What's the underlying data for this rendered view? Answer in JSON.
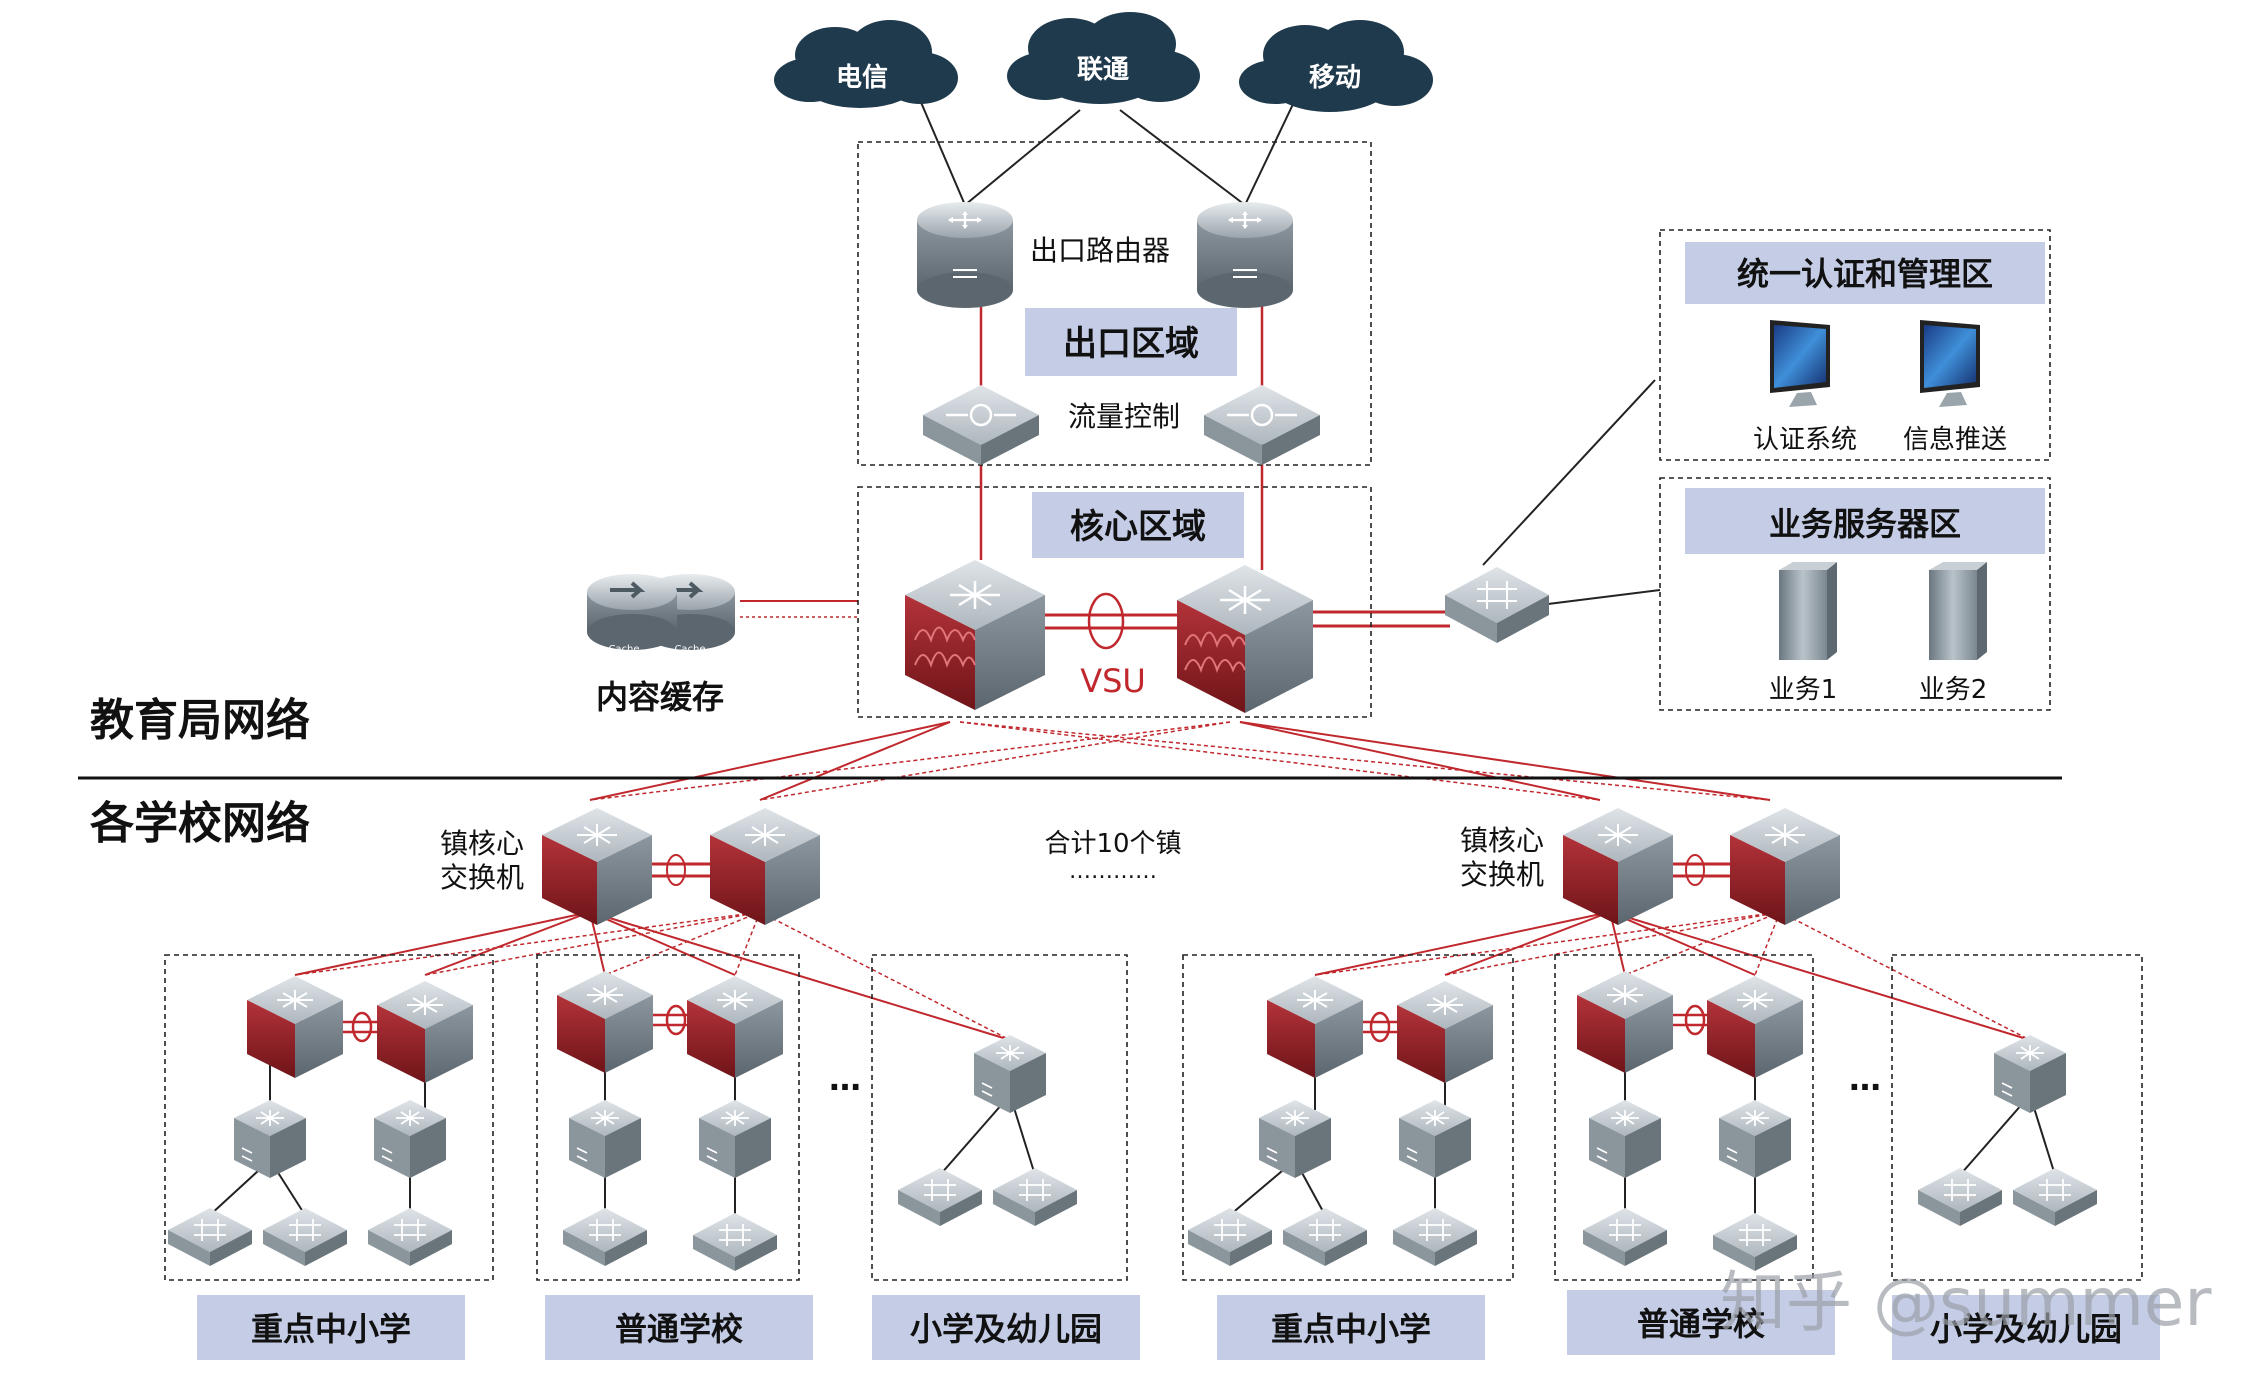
{
  "clouds": [
    "电信",
    "联通",
    "移动"
  ],
  "exit_zone": {
    "title": "出口区域",
    "router_label": "出口路由器",
    "traffic_label": "流量控制"
  },
  "core_zone": {
    "title": "核心区域",
    "vsu_label": "VSU"
  },
  "content_cache": {
    "label": "内容缓存",
    "cache_tag": "Cache"
  },
  "auth_zone": {
    "title": "统一认证和管理区",
    "items": [
      "认证系统",
      "信息推送"
    ]
  },
  "service_zone": {
    "title": "业务服务器区",
    "items": [
      "业务1",
      "业务2"
    ]
  },
  "section_labels": {
    "bureau": "教育局网络",
    "schools": "各学校网络"
  },
  "town_core": {
    "left_label_line1": "镇核心",
    "left_label_line2": "交换机",
    "right_label_line1": "镇核心",
    "right_label_line2": "交换机",
    "total_label": "合计10个镇",
    "dots": "…………"
  },
  "school_groups": [
    "重点中小学",
    "普通学校",
    "小学及幼儿园",
    "重点中小学",
    "普通学校",
    "小学及幼儿园"
  ],
  "ellipsis": "…",
  "watermark": "知乎 @summer",
  "colors": {
    "cloud": "#1f3a4c",
    "link_red": "#c0282d",
    "label_bg": "#c5cde6",
    "device_gray": "#8f9aa3",
    "fire_red": "#a8232a"
  }
}
